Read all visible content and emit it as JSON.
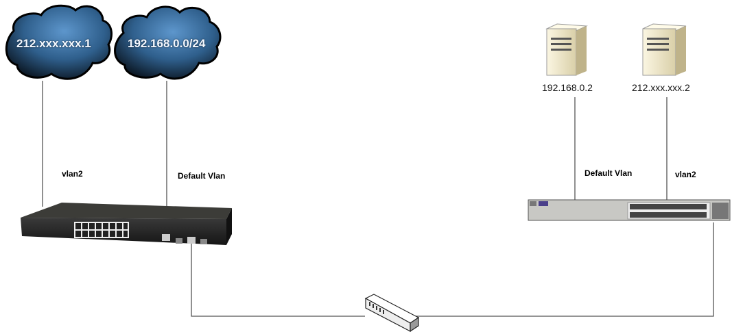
{
  "clouds": [
    {
      "label": "212.xxx.xxx.1"
    },
    {
      "label": "192.168.0.0/24"
    }
  ],
  "servers": [
    {
      "label": "192.168.0.2"
    },
    {
      "label": "212.xxx.xxx.2"
    }
  ],
  "links": {
    "left_vlan2": "vlan2",
    "left_default": "Default Vlan",
    "right_default": "Default Vlan",
    "right_vlan2": "vlan2"
  },
  "colors": {
    "cloud": "#3a6fa0",
    "line": "#555555"
  }
}
